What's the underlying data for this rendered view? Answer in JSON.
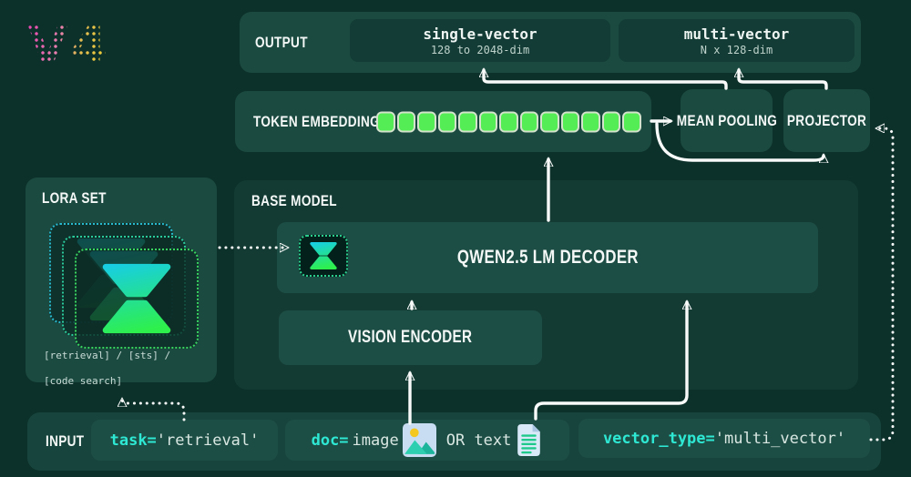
{
  "logo": {
    "text": "V4"
  },
  "output": {
    "label": "OUTPUT",
    "single_title": "single-vector",
    "single_sub": "128 to 2048-dim",
    "multi_title": "multi-vector",
    "multi_sub": "N x 128-dim"
  },
  "token_embeddings": {
    "label": "TOKEN EMBEDDINGS",
    "count": 13
  },
  "mean_pooling": {
    "label": "MEAN POOLING"
  },
  "projector": {
    "label": "PROJECTOR"
  },
  "lora_set": {
    "label": "LORA SET",
    "tasks_line1": "[retrieval] / [sts] /",
    "tasks_line2": "[code search]"
  },
  "base_model": {
    "label": "BASE MODEL",
    "decoder_label": "QWEN2.5 LM DECODER",
    "vision_label": "VISION ENCODER"
  },
  "input": {
    "label": "INPUT",
    "task_key": "task=",
    "task_value": "'retrieval'",
    "doc_key": "doc=",
    "doc_value": "image",
    "doc_or": "OR text",
    "vector_key": "vector_type=",
    "vector_value": "'multi_vector'"
  },
  "colors": {
    "background": "#0c302a",
    "panel": "#1b4a41",
    "panel_inner_dark": "#123c35",
    "box": "#1d4e45",
    "accent_cyan": "#2ee8d4",
    "token_green": "#55ed55",
    "logo_pink": "#e844b0",
    "logo_yellow": "#f0d22e",
    "hourglass_cyan": "#17cde6",
    "hourglass_green": "#2ef04c"
  }
}
